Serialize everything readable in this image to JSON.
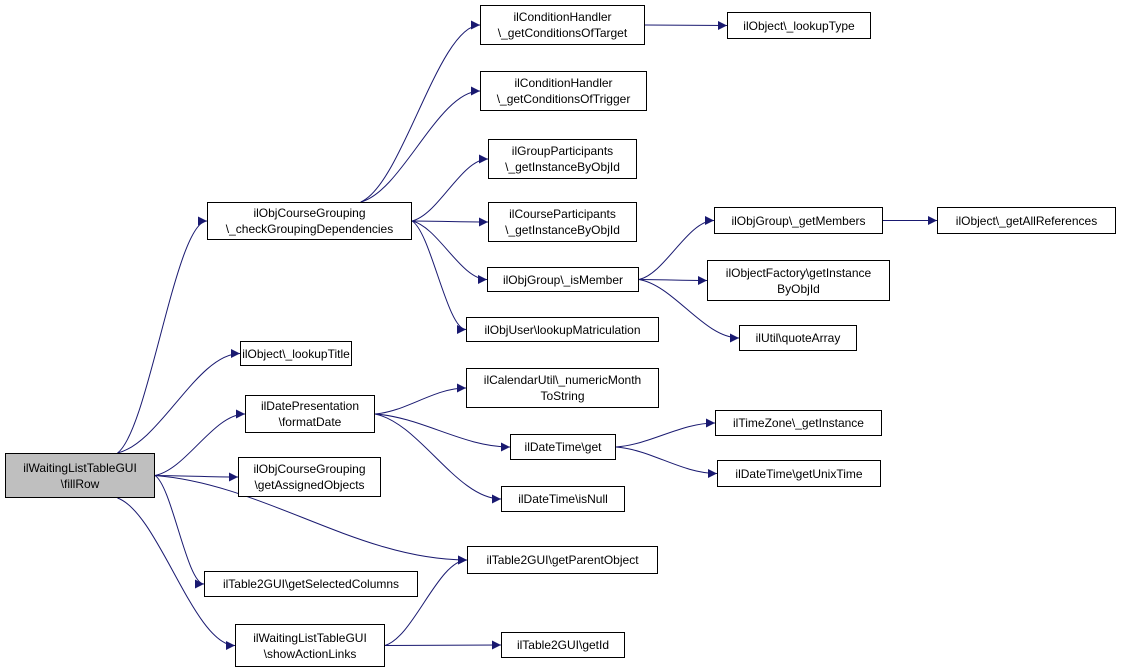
{
  "colors": {
    "edge": "#191970",
    "root_fill": "#bfbfbf",
    "node_fill": "#ffffff",
    "border": "#000000"
  },
  "nodes": [
    {
      "id": "fillRow",
      "lines": [
        "ilWaitingListTableGUI",
        "\\fillRow"
      ],
      "root": true
    },
    {
      "id": "checkGrouping",
      "lines": [
        "ilObjCourseGrouping",
        "\\_checkGroupingDependencies"
      ]
    },
    {
      "id": "lookupTitle",
      "lines": [
        "ilObject\\_lookupTitle"
      ]
    },
    {
      "id": "formatDate",
      "lines": [
        "ilDatePresentation",
        "\\formatDate"
      ]
    },
    {
      "id": "getAssigned",
      "lines": [
        "ilObjCourseGrouping",
        "\\getAssignedObjects"
      ]
    },
    {
      "id": "getSelCols",
      "lines": [
        "ilTable2GUI\\getSelectedColumns"
      ]
    },
    {
      "id": "showAction",
      "lines": [
        "ilWaitingListTableGUI",
        "\\showActionLinks"
      ]
    },
    {
      "id": "condTarget",
      "lines": [
        "ilConditionHandler",
        "\\_getConditionsOfTarget"
      ]
    },
    {
      "id": "condTrigger",
      "lines": [
        "ilConditionHandler",
        "\\_getConditionsOfTrigger"
      ]
    },
    {
      "id": "groupPart",
      "lines": [
        "ilGroupParticipants",
        "\\_getInstanceByObjId"
      ]
    },
    {
      "id": "coursePart",
      "lines": [
        "ilCourseParticipants",
        "\\_getInstanceByObjId"
      ]
    },
    {
      "id": "isMember",
      "lines": [
        "ilObjGroup\\_isMember"
      ]
    },
    {
      "id": "lookupMatric",
      "lines": [
        "ilObjUser\\lookupMatriculation"
      ]
    },
    {
      "id": "numericMonth",
      "lines": [
        "ilCalendarUtil\\_numericMonth",
        "ToString"
      ]
    },
    {
      "id": "dtGet",
      "lines": [
        "ilDateTime\\get"
      ]
    },
    {
      "id": "dtIsNull",
      "lines": [
        "ilDateTime\\isNull"
      ]
    },
    {
      "id": "getParent",
      "lines": [
        "ilTable2GUI\\getParentObject"
      ]
    },
    {
      "id": "getId",
      "lines": [
        "ilTable2GUI\\getId"
      ]
    },
    {
      "id": "lookupType",
      "lines": [
        "ilObject\\_lookupType"
      ]
    },
    {
      "id": "getMembers",
      "lines": [
        "ilObjGroup\\_getMembers"
      ]
    },
    {
      "id": "factory",
      "lines": [
        "ilObjectFactory\\getInstance",
        "ByObjId"
      ]
    },
    {
      "id": "quoteArray",
      "lines": [
        "ilUtil\\quoteArray"
      ]
    },
    {
      "id": "tzInstance",
      "lines": [
        "ilTimeZone\\_getInstance"
      ]
    },
    {
      "id": "unixTime",
      "lines": [
        "ilDateTime\\getUnixTime"
      ]
    },
    {
      "id": "allRefs",
      "lines": [
        "ilObject\\_getAllReferences"
      ]
    }
  ],
  "edges": [
    [
      "fillRow",
      "checkGrouping"
    ],
    [
      "fillRow",
      "lookupTitle"
    ],
    [
      "fillRow",
      "formatDate"
    ],
    [
      "fillRow",
      "getAssigned"
    ],
    [
      "fillRow",
      "getSelCols"
    ],
    [
      "fillRow",
      "showAction"
    ],
    [
      "fillRow",
      "getParent"
    ],
    [
      "checkGrouping",
      "condTarget"
    ],
    [
      "checkGrouping",
      "condTrigger"
    ],
    [
      "checkGrouping",
      "groupPart"
    ],
    [
      "checkGrouping",
      "coursePart"
    ],
    [
      "checkGrouping",
      "isMember"
    ],
    [
      "checkGrouping",
      "lookupMatric"
    ],
    [
      "condTarget",
      "lookupType"
    ],
    [
      "isMember",
      "getMembers"
    ],
    [
      "isMember",
      "factory"
    ],
    [
      "isMember",
      "quoteArray"
    ],
    [
      "getMembers",
      "allRefs"
    ],
    [
      "formatDate",
      "numericMonth"
    ],
    [
      "formatDate",
      "dtGet"
    ],
    [
      "formatDate",
      "dtIsNull"
    ],
    [
      "dtGet",
      "tzInstance"
    ],
    [
      "dtGet",
      "unixTime"
    ],
    [
      "showAction",
      "getParent"
    ],
    [
      "showAction",
      "getId"
    ]
  ]
}
